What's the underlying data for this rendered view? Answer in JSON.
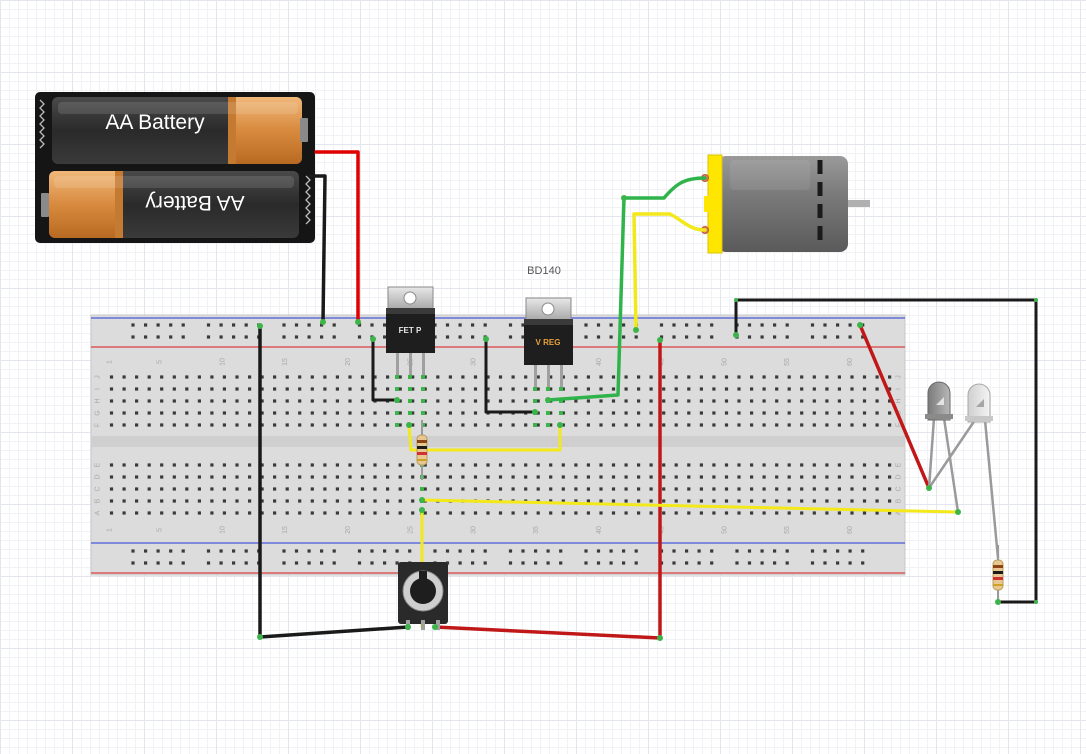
{
  "battery_pack": {
    "cells": [
      {
        "label": "AA Battery"
      },
      {
        "label": "AA Battery"
      }
    ]
  },
  "transistors": [
    {
      "marking": "FET P"
    },
    {
      "marking": "V REG",
      "label": "BD140"
    }
  ],
  "breadboard": {
    "column_numbers": [
      "1",
      "5",
      "10",
      "15",
      "20",
      "25",
      "30",
      "35",
      "40",
      "45",
      "50",
      "55",
      "60"
    ],
    "row_letters_top": [
      "J",
      "I",
      "H",
      "G",
      "F"
    ],
    "row_letters_bottom": [
      "E",
      "D",
      "C",
      "B",
      "A"
    ]
  },
  "colors": {
    "wire_red": "#e00000",
    "wire_dark_red": "#b81414",
    "wire_black": "#1a1a1a",
    "wire_yellow": "#f2e81a",
    "wire_green": "#2fb34a",
    "breadboard": "#dcdcdc",
    "rail_red": "#d94040",
    "rail_blue": "#4a5ad9",
    "hole_green": "#3bb44a",
    "motor_yellow": "#ffe600"
  }
}
